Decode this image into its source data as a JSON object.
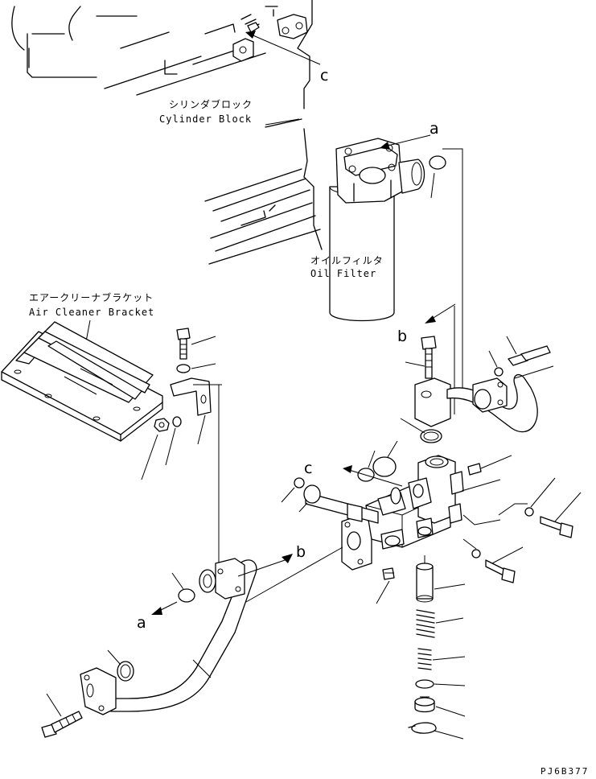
{
  "labels": {
    "cylinder_block_jp": "シリンダブロック",
    "cylinder_block_en": "Cylinder Block",
    "oil_filter_jp": "オイルフィルタ",
    "oil_filter_en": "Oil Filter",
    "air_cleaner_jp": "エアークリーナブラケット",
    "air_cleaner_en": "Air Cleaner Bracket"
  },
  "refs": {
    "c_top": "c",
    "a_top": "a",
    "b_mid": "b",
    "c_mid": "c",
    "b_low": "b",
    "a_low": "a"
  },
  "drawing_code": "PJ6B377"
}
